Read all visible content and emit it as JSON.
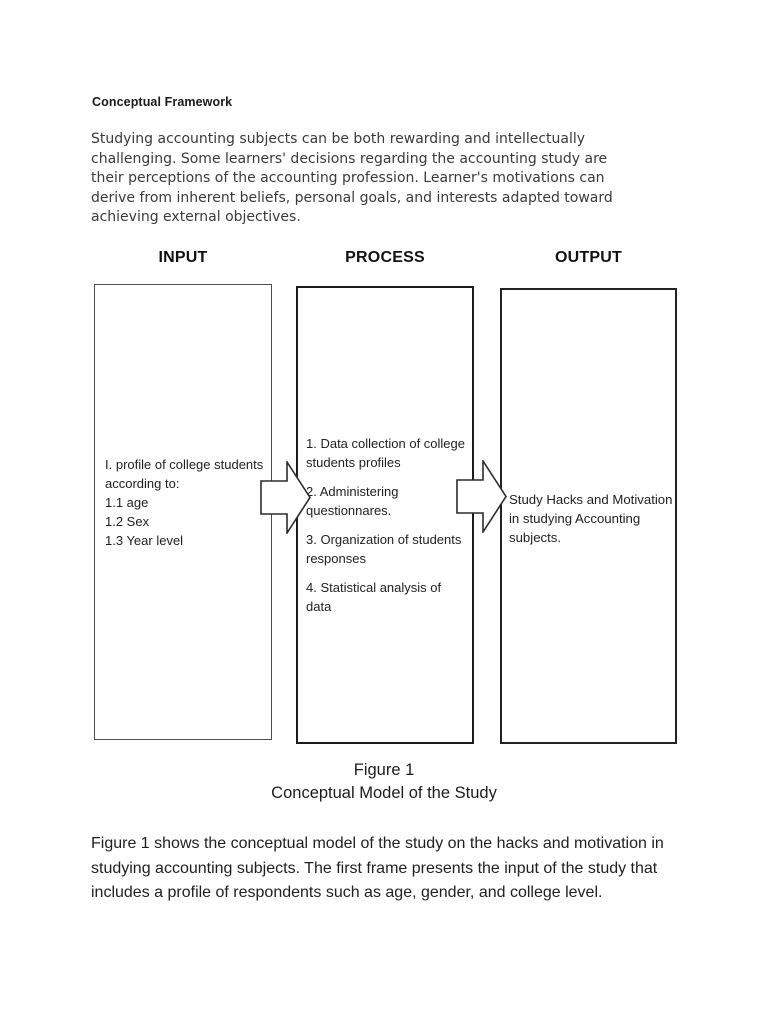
{
  "heading": "Conceptual Framework",
  "intro": "Studying accounting subjects can be both rewarding and intellectually\nchallenging. Some learners' decisions regarding the accounting study are\ntheir perceptions of the accounting profession. Learner's motivations can\nderive from inherent beliefs, personal goals, and interests adapted toward\nachieving external objectives.",
  "diagram": {
    "columns": [
      {
        "label": "INPUT",
        "text": "I. profile of college students\naccording to:\n1.1 age\n1.2 Sex\n1.3 Year level"
      },
      {
        "label": "PROCESS",
        "items": [
          "1. Data collection of college\nstudents profiles",
          "2. Administering\nquestionnares.",
          "3. Organization of students\nresponses",
          "4. Statistical analysis of data"
        ]
      },
      {
        "label": "OUTPUT",
        "text": "Study Hacks and Motivation\nin studying Accounting\nsubjects."
      }
    ],
    "icons": {
      "connector": "right-block-arrow"
    }
  },
  "caption": {
    "line1": "Figure 1",
    "line2": "Conceptual Model of the Study"
  },
  "body": "Figure 1 shows the conceptual model of the study on the hacks and motivation in\nstudying accounting subjects. The first frame presents the input of the study that\nincludes a profile of respondents such as age, gender, and college level.",
  "colors": {
    "page_background": "#ffffff",
    "text": "#1f1f1f",
    "box_border_dark": "#1c1c1c",
    "box_border_gray": "#4d4d4d"
  }
}
